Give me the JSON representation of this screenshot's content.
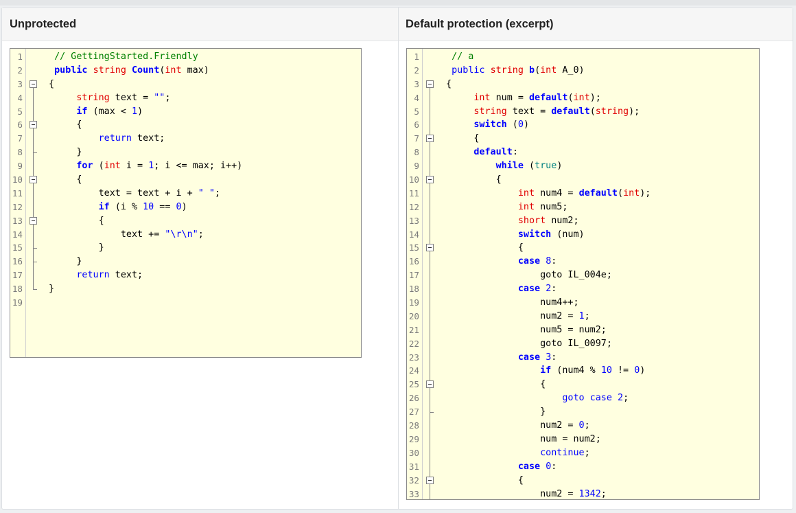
{
  "columns": [
    {
      "heading": "Unprotected",
      "lines": [
        [
          {
            "t": "  "
          },
          {
            "t": "// GettingStarted.Friendly",
            "c": "cm"
          }
        ],
        [
          {
            "t": "  "
          },
          {
            "t": "public",
            "c": "kw"
          },
          {
            "t": " "
          },
          {
            "t": "string",
            "c": "type"
          },
          {
            "t": " "
          },
          {
            "t": "Count",
            "c": "kw"
          },
          {
            "t": "("
          },
          {
            "t": "int",
            "c": "type"
          },
          {
            "t": " max)"
          }
        ],
        [
          {
            "t": " {"
          }
        ],
        [
          {
            "t": "      "
          },
          {
            "t": "string",
            "c": "type"
          },
          {
            "t": " text = "
          },
          {
            "t": "\"\"",
            "c": "str"
          },
          {
            "t": ";"
          }
        ],
        [
          {
            "t": "      "
          },
          {
            "t": "if",
            "c": "kw"
          },
          {
            "t": " (max < "
          },
          {
            "t": "1",
            "c": "num"
          },
          {
            "t": ")"
          }
        ],
        [
          {
            "t": "      {"
          }
        ],
        [
          {
            "t": "          "
          },
          {
            "t": "return",
            "c": "kw2"
          },
          {
            "t": " text;"
          }
        ],
        [
          {
            "t": "      }"
          }
        ],
        [
          {
            "t": "      "
          },
          {
            "t": "for",
            "c": "kw"
          },
          {
            "t": " ("
          },
          {
            "t": "int",
            "c": "type"
          },
          {
            "t": " i = "
          },
          {
            "t": "1",
            "c": "num"
          },
          {
            "t": "; i <= max; i++)"
          }
        ],
        [
          {
            "t": "      {"
          }
        ],
        [
          {
            "t": "          text = text + i + "
          },
          {
            "t": "\" \"",
            "c": "str"
          },
          {
            "t": ";"
          }
        ],
        [
          {
            "t": "          "
          },
          {
            "t": "if",
            "c": "kw"
          },
          {
            "t": " (i % "
          },
          {
            "t": "10",
            "c": "num"
          },
          {
            "t": " == "
          },
          {
            "t": "0",
            "c": "num"
          },
          {
            "t": ")"
          }
        ],
        [
          {
            "t": "          {"
          }
        ],
        [
          {
            "t": "              text += "
          },
          {
            "t": "\"\\r\\n\"",
            "c": "str"
          },
          {
            "t": ";"
          }
        ],
        [
          {
            "t": "          }"
          }
        ],
        [
          {
            "t": "      }"
          }
        ],
        [
          {
            "t": "      "
          },
          {
            "t": "return",
            "c": "kw2"
          },
          {
            "t": " text;"
          }
        ],
        [
          {
            "t": " }"
          }
        ],
        [
          {
            "t": ""
          }
        ]
      ],
      "folds": [
        "",
        "",
        "box-top",
        "v",
        "v",
        "box",
        "v",
        "end",
        "v",
        "box",
        "v",
        "v",
        "box",
        "v",
        "end",
        "end",
        "v",
        "last",
        ""
      ]
    },
    {
      "heading": "Default protection (excerpt)",
      "lines": [
        [
          {
            "t": "  "
          },
          {
            "t": "// a",
            "c": "cm"
          }
        ],
        [
          {
            "t": "  "
          },
          {
            "t": "public",
            "c": "kw2"
          },
          {
            "t": " "
          },
          {
            "t": "string",
            "c": "type"
          },
          {
            "t": " "
          },
          {
            "t": "b",
            "c": "kw"
          },
          {
            "t": "("
          },
          {
            "t": "int",
            "c": "type"
          },
          {
            "t": " A_0)"
          }
        ],
        [
          {
            "t": " {"
          }
        ],
        [
          {
            "t": "      "
          },
          {
            "t": "int",
            "c": "type"
          },
          {
            "t": " num = "
          },
          {
            "t": "default",
            "c": "kw"
          },
          {
            "t": "("
          },
          {
            "t": "int",
            "c": "type"
          },
          {
            "t": ");"
          }
        ],
        [
          {
            "t": "      "
          },
          {
            "t": "string",
            "c": "type"
          },
          {
            "t": " text = "
          },
          {
            "t": "default",
            "c": "kw"
          },
          {
            "t": "("
          },
          {
            "t": "string",
            "c": "type"
          },
          {
            "t": ");"
          }
        ],
        [
          {
            "t": "      "
          },
          {
            "t": "switch",
            "c": "kw"
          },
          {
            "t": " ("
          },
          {
            "t": "0",
            "c": "num"
          },
          {
            "t": ")"
          }
        ],
        [
          {
            "t": "      {"
          }
        ],
        [
          {
            "t": "      "
          },
          {
            "t": "default",
            "c": "kw"
          },
          {
            "t": ":"
          }
        ],
        [
          {
            "t": "          "
          },
          {
            "t": "while",
            "c": "kw"
          },
          {
            "t": " ("
          },
          {
            "t": "true",
            "c": "lit"
          },
          {
            "t": ")"
          }
        ],
        [
          {
            "t": "          {"
          }
        ],
        [
          {
            "t": "              "
          },
          {
            "t": "int",
            "c": "type"
          },
          {
            "t": " num4 = "
          },
          {
            "t": "default",
            "c": "kw"
          },
          {
            "t": "("
          },
          {
            "t": "int",
            "c": "type"
          },
          {
            "t": ");"
          }
        ],
        [
          {
            "t": "              "
          },
          {
            "t": "int",
            "c": "type"
          },
          {
            "t": " num5;"
          }
        ],
        [
          {
            "t": "              "
          },
          {
            "t": "short",
            "c": "type"
          },
          {
            "t": " num2;"
          }
        ],
        [
          {
            "t": "              "
          },
          {
            "t": "switch",
            "c": "kw"
          },
          {
            "t": " (num)"
          }
        ],
        [
          {
            "t": "              {"
          }
        ],
        [
          {
            "t": "              "
          },
          {
            "t": "case",
            "c": "kw"
          },
          {
            "t": " "
          },
          {
            "t": "8",
            "c": "num"
          },
          {
            "t": ":"
          }
        ],
        [
          {
            "t": "                  goto IL_004e;"
          }
        ],
        [
          {
            "t": "              "
          },
          {
            "t": "case",
            "c": "kw"
          },
          {
            "t": " "
          },
          {
            "t": "2",
            "c": "num"
          },
          {
            "t": ":"
          }
        ],
        [
          {
            "t": "                  num4++;"
          }
        ],
        [
          {
            "t": "                  num2 = "
          },
          {
            "t": "1",
            "c": "num"
          },
          {
            "t": ";"
          }
        ],
        [
          {
            "t": "                  num5 = num2;"
          }
        ],
        [
          {
            "t": "                  goto IL_0097;"
          }
        ],
        [
          {
            "t": "              "
          },
          {
            "t": "case",
            "c": "kw"
          },
          {
            "t": " "
          },
          {
            "t": "3",
            "c": "num"
          },
          {
            "t": ":"
          }
        ],
        [
          {
            "t": "                  "
          },
          {
            "t": "if",
            "c": "kw"
          },
          {
            "t": " (num4 % "
          },
          {
            "t": "10",
            "c": "num"
          },
          {
            "t": " != "
          },
          {
            "t": "0",
            "c": "num"
          },
          {
            "t": ")"
          }
        ],
        [
          {
            "t": "                  {"
          }
        ],
        [
          {
            "t": "                      "
          },
          {
            "t": "goto case",
            "c": "kw2"
          },
          {
            "t": " "
          },
          {
            "t": "2",
            "c": "num"
          },
          {
            "t": ";"
          }
        ],
        [
          {
            "t": "                  }"
          }
        ],
        [
          {
            "t": "                  num2 = "
          },
          {
            "t": "0",
            "c": "num"
          },
          {
            "t": ";"
          }
        ],
        [
          {
            "t": "                  num = num2;"
          }
        ],
        [
          {
            "t": "                  "
          },
          {
            "t": "continue",
            "c": "kw2"
          },
          {
            "t": ";"
          }
        ],
        [
          {
            "t": "              "
          },
          {
            "t": "case",
            "c": "kw"
          },
          {
            "t": " "
          },
          {
            "t": "0",
            "c": "num"
          },
          {
            "t": ":"
          }
        ],
        [
          {
            "t": "              {"
          }
        ],
        [
          {
            "t": "                  num2 = "
          },
          {
            "t": "1342",
            "c": "num"
          },
          {
            "t": ";"
          }
        ]
      ],
      "folds": [
        "",
        "",
        "box-top",
        "v",
        "v",
        "v",
        "box",
        "v",
        "v",
        "box",
        "v",
        "v",
        "v",
        "v",
        "box",
        "v",
        "v",
        "v",
        "v",
        "v",
        "v",
        "v",
        "v",
        "v",
        "box",
        "v",
        "end",
        "v",
        "v",
        "v",
        "v",
        "box",
        "v"
      ]
    }
  ]
}
